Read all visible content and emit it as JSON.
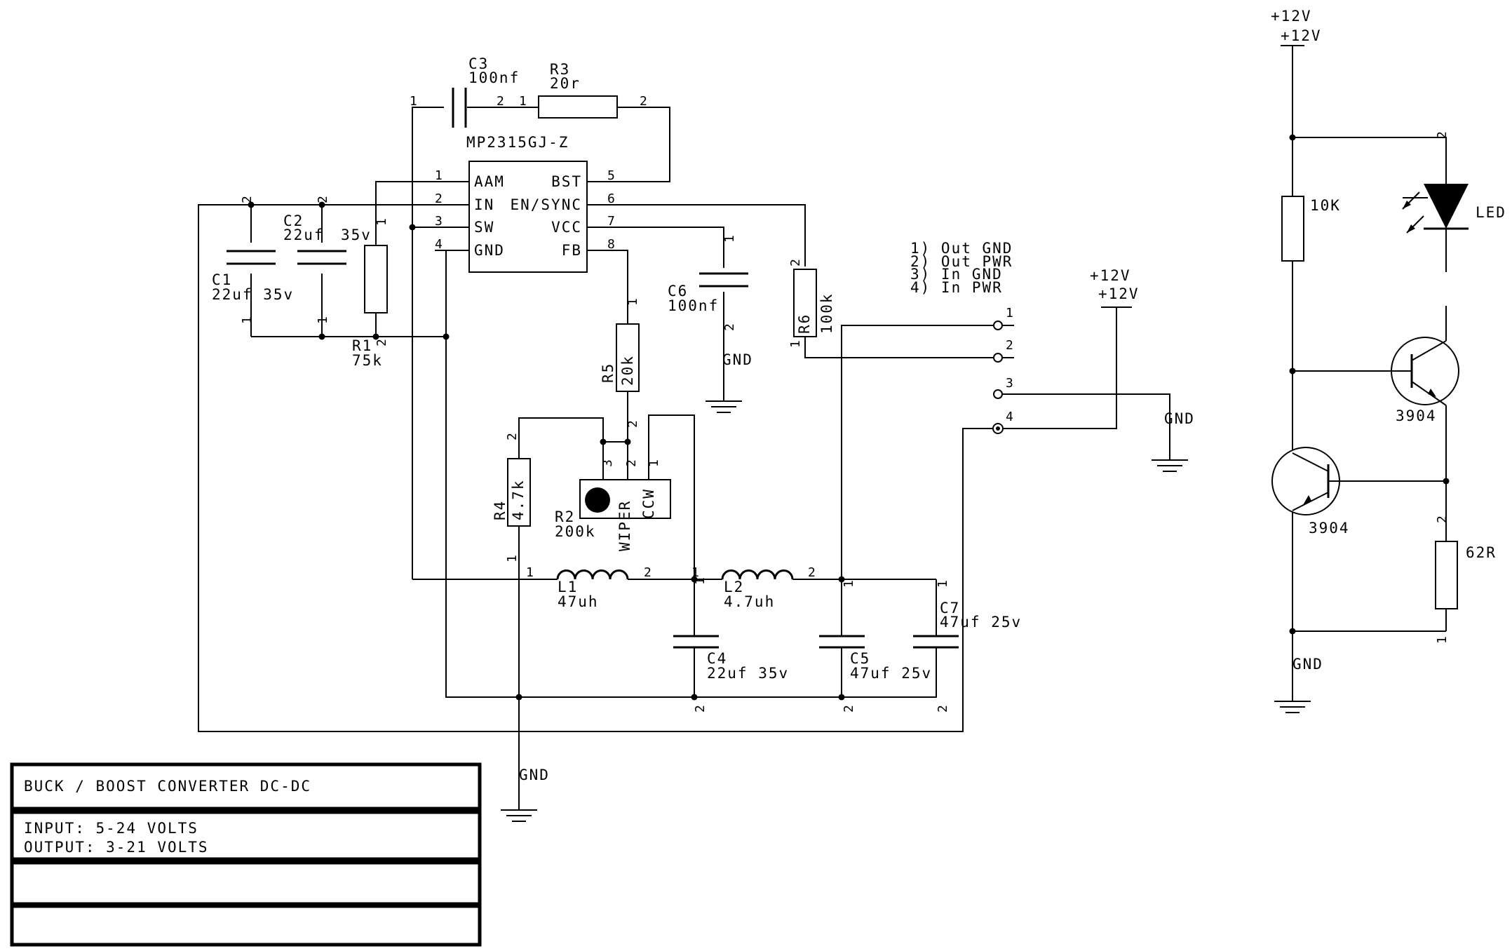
{
  "title_block": {
    "title": "BUCK / BOOST CONVERTER DC-DC",
    "input": "INPUT: 5-24 VOLTS",
    "output": "OUTPUT: 3-21 VOLTS"
  },
  "ic": {
    "ref": "MP2315GJ-Z",
    "left_pins": [
      "AAM",
      "IN",
      "SW",
      "GND"
    ],
    "right_pins": [
      "BST",
      "EN/SYNC",
      "VCC",
      "FB"
    ],
    "left_nums": [
      "1",
      "2",
      "3",
      "4"
    ],
    "right_nums": [
      "5",
      "6",
      "7",
      "8"
    ]
  },
  "components": {
    "C1": {
      "ref": "C1",
      "value": "22uf 35v"
    },
    "C2": {
      "ref": "C2",
      "value": "22uf",
      "value2": "35v"
    },
    "C3": {
      "ref": "C3",
      "value": "100nf"
    },
    "R3": {
      "ref": "R3",
      "value": "20r"
    },
    "R1": {
      "ref": "R1",
      "value": "75k"
    },
    "C6": {
      "ref": "C6",
      "value": "100nf"
    },
    "R5": {
      "ref": "R5",
      "value": "20k"
    },
    "R6": {
      "ref": "R6",
      "value": "100k"
    },
    "R4": {
      "ref": "R4",
      "value": "4.7k"
    },
    "R2": {
      "ref": "R2",
      "value": "200k",
      "wiper": "WIPER",
      "ccw": "CCW"
    },
    "L1": {
      "ref": "L1",
      "value": "47uh"
    },
    "L2": {
      "ref": "L2",
      "value": "4.7uh"
    },
    "C4": {
      "ref": "C4",
      "value": "22uf 35v"
    },
    "C5": {
      "ref": "C5",
      "value": "47uf 25v"
    },
    "C7": {
      "ref": "C7",
      "value": "47uf 25v"
    },
    "R10k": {
      "value": "10K"
    },
    "LED": {
      "value": "LED"
    },
    "Q1": {
      "value": "3904"
    },
    "Q2": {
      "value": "3904"
    },
    "R62": {
      "value": "62R"
    }
  },
  "connector": {
    "legend": [
      "1) Out GND",
      "2) Out PWR",
      "3) In GND",
      "4) In PWR"
    ],
    "pins": [
      "1",
      "2",
      "3",
      "4"
    ]
  },
  "nets": {
    "gnd": "GND",
    "v12": "+12V"
  },
  "pin_labels": {
    "one": "1",
    "two": "2",
    "three": "3"
  }
}
